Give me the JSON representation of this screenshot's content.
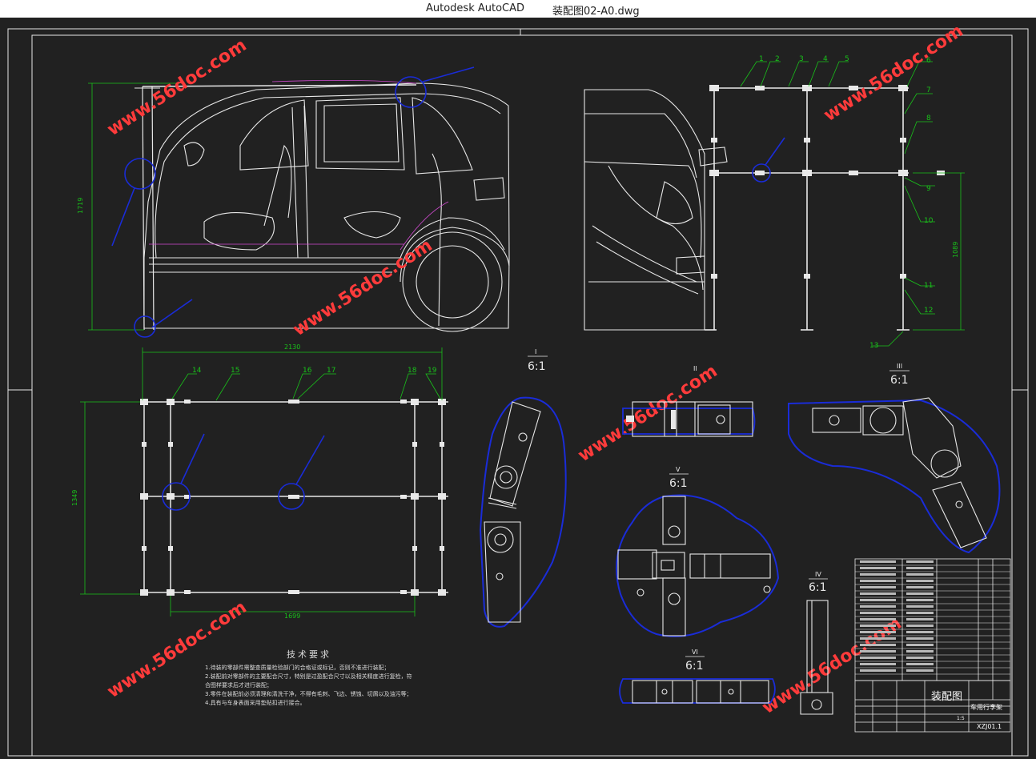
{
  "window": {
    "app_title": "Autodesk AutoCAD",
    "doc_title": "装配图02-A0.dwg"
  },
  "watermark": "www.56doc.com",
  "colors": {
    "background": "#212121",
    "lines": "#e8e8e8",
    "dimension": "#19c21a",
    "callout_blue": "#1a2cd8",
    "magenta": "#d24bd2",
    "green_number": "#22c422"
  },
  "dimensions": {
    "height_left": "1719",
    "width_top": "2130",
    "height_plan": "1349",
    "width_bottom": "1699",
    "height_right": "1089"
  },
  "balloons": [
    "1",
    "2",
    "3",
    "4",
    "5",
    "6",
    "7",
    "8",
    "9",
    "10",
    "11",
    "12",
    "13",
    "14",
    "15",
    "16",
    "17",
    "18",
    "19"
  ],
  "detail_markers": {
    "I": "I",
    "II": "II",
    "III": "III",
    "IV": "IV",
    "V": "V",
    "VI": "VI",
    "scale": "6:1"
  },
  "tech_requirements": {
    "heading": "技术要求",
    "lines": [
      "1.待装的零部件需整查质量检验部门的合格证或标记，否则不准进行装配；",
      "2.装配前对零部件的主要配合尺寸，特别是过盈配合尺寸以及相关精度进行复检，符合图样要求后才进行装配；",
      "3.零件在装配前必须清理和清洗干净，不得有毛刺、飞边、锈蚀、切屑以及油污等；",
      "4.具有与车身表面采用垫贴扣进行接合。"
    ]
  },
  "title_block": {
    "title": "装配图",
    "product": "车用行李架",
    "code": "XZJ01.1",
    "scale_cell": "1:5"
  }
}
